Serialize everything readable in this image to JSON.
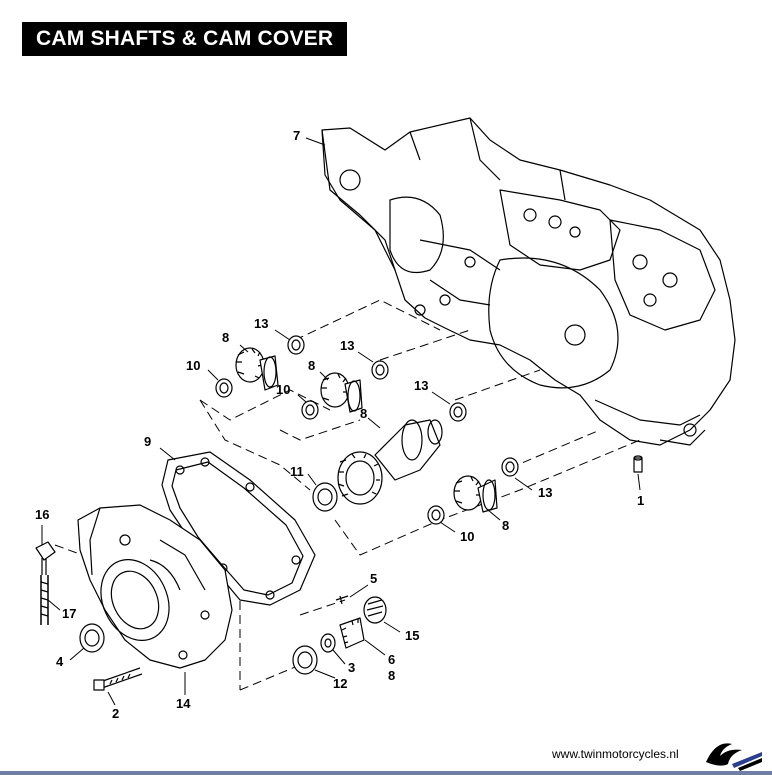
{
  "title": "CAM SHAFTS & CAM COVER",
  "website": "www.twinmotorcycles.nl",
  "accent_color": "#6f7fa8",
  "logo_icon": "winged-logo-icon",
  "callouts": [
    {
      "id": "c7",
      "text": "7"
    },
    {
      "id": "c13a",
      "text": "13"
    },
    {
      "id": "c8a",
      "text": "8"
    },
    {
      "id": "c10a",
      "text": "10"
    },
    {
      "id": "c13b",
      "text": "13"
    },
    {
      "id": "c8b",
      "text": "8"
    },
    {
      "id": "c10b",
      "text": "10"
    },
    {
      "id": "c13c",
      "text": "13"
    },
    {
      "id": "c8c",
      "text": "8"
    },
    {
      "id": "c9",
      "text": "9"
    },
    {
      "id": "c11",
      "text": "11"
    },
    {
      "id": "c1",
      "text": "1"
    },
    {
      "id": "c13d",
      "text": "13"
    },
    {
      "id": "c8d",
      "text": "8"
    },
    {
      "id": "c10c",
      "text": "10"
    },
    {
      "id": "c16",
      "text": "16"
    },
    {
      "id": "c17",
      "text": "17"
    },
    {
      "id": "c5",
      "text": "5"
    },
    {
      "id": "c15",
      "text": "15"
    },
    {
      "id": "c4",
      "text": "4"
    },
    {
      "id": "c6",
      "text": "6"
    },
    {
      "id": "c8e",
      "text": "8"
    },
    {
      "id": "c3",
      "text": "3"
    },
    {
      "id": "c12",
      "text": "12"
    },
    {
      "id": "c2",
      "text": "2"
    },
    {
      "id": "c14",
      "text": "14"
    }
  ]
}
